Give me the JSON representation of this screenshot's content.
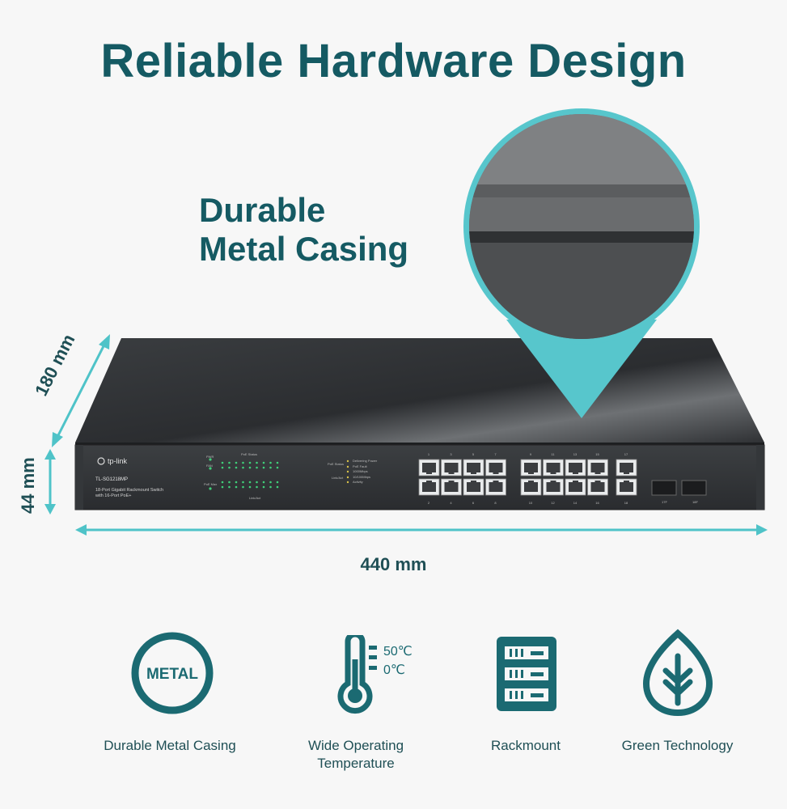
{
  "header": {
    "title": "Reliable Hardware Design"
  },
  "callout": {
    "line1": "Durable",
    "line2": "Metal Casing"
  },
  "dimensions": {
    "depth": "180 mm",
    "height": "44 mm",
    "width": "440 mm"
  },
  "device": {
    "brand": "tp-link",
    "model": "TL-SG1218MP",
    "description_line1": "18-Port Gigabit Rackmount Switch",
    "description_line2": "with 16-Port PoE+",
    "led_pwr": "PWR",
    "led_fan": "FAN",
    "led_poe_max": "PoE Max",
    "poe_status_header": "PoE Status",
    "link_act_footer": "Link/Act",
    "legend_poe_status": "PoE Status",
    "legend_delivering": "Delivering Power",
    "legend_poe_fault": "PoE Fault",
    "legend_link_act": "Link/Act",
    "legend_1000": "1000Mbps",
    "legend_10_100": "10/100Mbps",
    "legend_activity": "Activity",
    "port_top_numbers": [
      "1",
      "3",
      "5",
      "7",
      "9",
      "11",
      "13",
      "15",
      "17"
    ],
    "port_bottom_numbers": [
      "2",
      "4",
      "6",
      "8",
      "10",
      "12",
      "14",
      "16",
      "18"
    ],
    "sfp_labels": [
      "17F",
      "18F"
    ]
  },
  "features": [
    {
      "label": "Durable Metal Casing",
      "icon": "metal-badge-icon",
      "badge_text": "METAL"
    },
    {
      "label_line1": "Wide Operating",
      "label_line2": "Temperature",
      "icon": "thermometer-icon",
      "temp_high": "50℃",
      "temp_low": "0℃"
    },
    {
      "label": "Rackmount",
      "icon": "rack-server-icon"
    },
    {
      "label": "Green Technology",
      "icon": "leaf-icon"
    }
  ],
  "colors": {
    "teal_dark": "#155a63",
    "teal_accent": "#4fc3c8",
    "icon_teal": "#1b6a72"
  }
}
